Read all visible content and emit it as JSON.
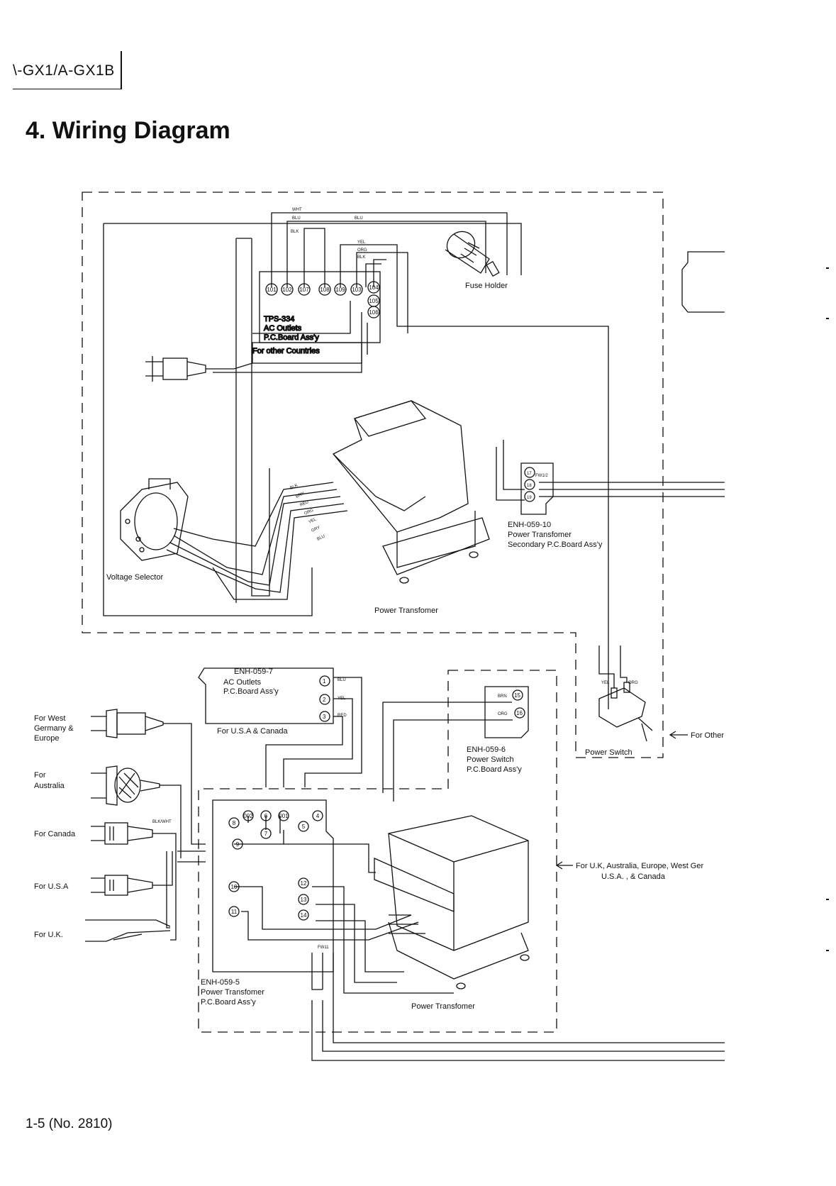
{
  "header": {
    "model": "\\-GX1/A-GX1B"
  },
  "page_title": "4. Wiring Diagram",
  "footer": {
    "page": "1-5 (No. 2810)"
  },
  "components": {
    "tps334": {
      "name": "TPS-334",
      "desc1": "AC Outlets",
      "desc2": "P.C.Board Ass'y",
      "note": "For other Countries",
      "pins": [
        "101",
        "102",
        "107",
        "108",
        "109",
        "103",
        "104",
        "105",
        "106"
      ]
    },
    "fuse_holder": "Fuse Holder",
    "voltage_selector": "Voltage Selector",
    "power_transformer_top": "Power Transfomer",
    "enh05910": {
      "name": "ENH-059-10",
      "desc1": "Power Transfomer",
      "desc2": "Secondary P.C.Board Ass'y",
      "pins": [
        "17",
        "18",
        "19"
      ],
      "conn": "FW1/2"
    },
    "enh0597": {
      "name": "ENH-059-7",
      "desc1": "AC Outlets",
      "desc2": "P.C.Board Ass'y",
      "note": "For U.S.A & Canada",
      "pins": [
        "1",
        "2",
        "3"
      ]
    },
    "enh0596": {
      "name": "ENH-059-6",
      "desc1": "Power Switch",
      "desc2": "P.C.Board Ass'y",
      "pins": [
        "15",
        "16"
      ]
    },
    "power_switch": "Power Switch",
    "for_other": "For Other",
    "enh0595": {
      "name": "ENH-059-5",
      "desc1": "Power Transfomer",
      "desc2": "P.C.Board Ass'y",
      "pins": [
        "8",
        "9",
        "10",
        "11",
        "002",
        "6",
        "7",
        "001",
        "5",
        "4",
        "12",
        "13",
        "14"
      ],
      "conn": "FW11"
    },
    "power_transformer_bottom": "Power Transfomer",
    "region_note_1": "For U.K, Australia, Europe, West Ger",
    "region_note_2": "U.S.A. , & Canada"
  },
  "plugs": {
    "west_germany_1": "For  West",
    "west_germany_2": "Germany &",
    "west_germany_3": "Europe",
    "australia_1": "For",
    "australia_2": "Australia",
    "canada": "For  Canada",
    "usa": "For  U.S.A",
    "uk": "For  U.K."
  },
  "wires": {
    "top": [
      "WHT",
      "BLU",
      "BLU",
      "BLK",
      "YEL",
      "ORG",
      "BLK"
    ],
    "selector": [
      "BLK",
      "BRN",
      "RED",
      "ORG",
      "YEL",
      "GRY",
      "BLU"
    ],
    "enh0597": [
      "BLU",
      "YEL",
      "RED"
    ],
    "enh0596": [
      "BRN",
      "ORG"
    ],
    "switch": [
      "YEL",
      "ORG"
    ],
    "canada": "BLK/WHT"
  }
}
